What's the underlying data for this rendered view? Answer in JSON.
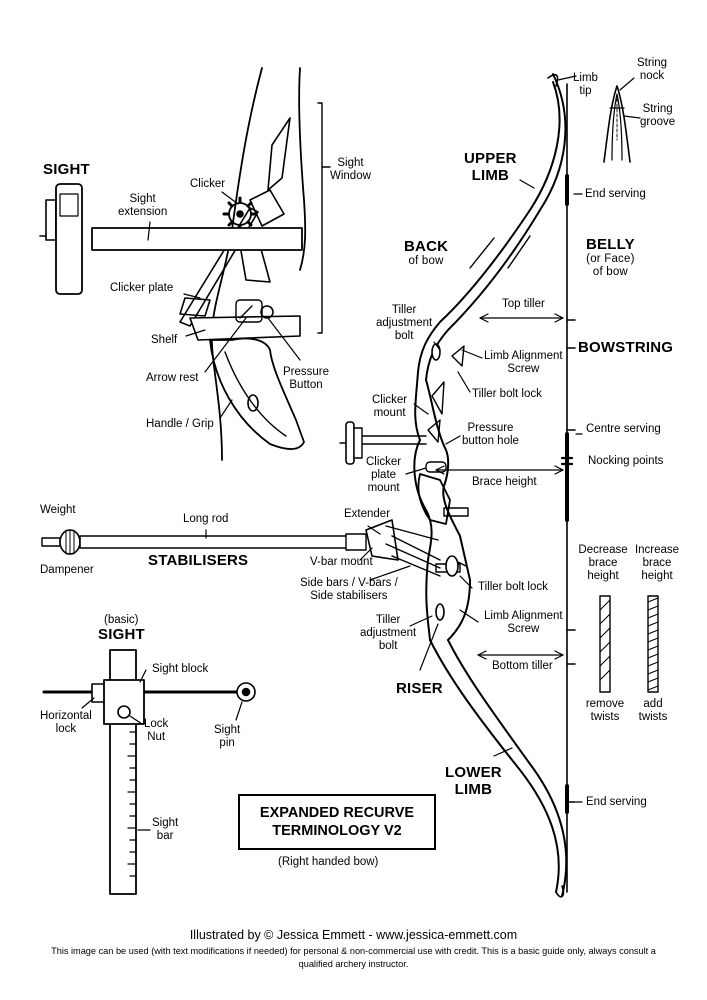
{
  "colors": {
    "line": "#000000",
    "background": "#ffffff"
  },
  "headings": {
    "sight": "SIGHT",
    "upper_limb_1": "UPPER",
    "upper_limb_2": "LIMB",
    "back": "BACK",
    "back_sub": "of bow",
    "belly": "BELLY",
    "belly_sub_1": "(or Face)",
    "belly_sub_2": "of bow",
    "bowstring": "BOWSTRING",
    "stabilisers": "STABILISERS",
    "basic": "(basic)",
    "basic_sight": "SIGHT",
    "riser": "RISER",
    "lower_limb_1": "LOWER",
    "lower_limb_2": "LIMB"
  },
  "sight_labels": {
    "sight_window_1": "Sight",
    "sight_window_2": "Window",
    "clicker": "Clicker",
    "sight_extension_1": "Sight",
    "sight_extension_2": "extension",
    "clicker_plate": "Clicker plate",
    "shelf": "Shelf",
    "arrow_rest": "Arrow rest",
    "pressure_button_1": "Pressure",
    "pressure_button_2": "Button",
    "handle_grip": "Handle / Grip"
  },
  "bow_labels": {
    "limb_tip_1": "Limb",
    "limb_tip_2": "tip",
    "string_nock_1": "String",
    "string_nock_2": "nock",
    "string_groove_1": "String",
    "string_groove_2": "groove",
    "end_serving_top": "End serving",
    "top_tiller": "Top tiller",
    "tiller_bolt_top_1": "Tiller",
    "tiller_bolt_top_2": "adjustment",
    "tiller_bolt_top_3": "bolt",
    "limb_align_top_1": "Limb Alignment",
    "limb_align_top_2": "Screw",
    "tiller_lock_top": "Tiller bolt lock",
    "clicker_mount_1": "Clicker",
    "clicker_mount_2": "mount",
    "pressure_hole_1": "Pressure",
    "pressure_hole_2": "button hole",
    "centre_serving": "Centre serving",
    "clicker_plate_mount_1": "Clicker",
    "clicker_plate_mount_2": "plate",
    "clicker_plate_mount_3": "mount",
    "nocking_points": "Nocking points",
    "brace_height": "Brace height",
    "weight": "Weight",
    "long_rod": "Long rod",
    "extender": "Extender",
    "dampener": "Dampener",
    "vbar_mount": "V-bar mount",
    "side_bars_1": "Side bars / V-bars /",
    "side_bars_2": "Side stabilisers",
    "tiller_lock_bottom": "Tiller bolt lock",
    "limb_align_bottom_1": "Limb Alignment",
    "limb_align_bottom_2": "Screw",
    "tiller_bolt_bottom_1": "Tiller",
    "tiller_bolt_bottom_2": "adjustment",
    "tiller_bolt_bottom_3": "bolt",
    "bottom_tiller": "Bottom tiller",
    "end_serving_bottom": "End serving",
    "decrease_1": "Decrease",
    "decrease_2": "brace",
    "decrease_3": "height",
    "increase_1": "Increase",
    "increase_2": "brace",
    "increase_3": "height",
    "remove_1": "remove",
    "remove_2": "twists",
    "add_1": "add",
    "add_2": "twists"
  },
  "basic_sight_labels": {
    "sight_block": "Sight block",
    "horizontal_lock_1": "Horizontal",
    "horizontal_lock_2": "lock",
    "lock_nut_1": "Lock",
    "lock_nut_2": "Nut",
    "sight_pin_1": "Sight",
    "sight_pin_2": "pin",
    "sight_bar_1": "Sight",
    "sight_bar_2": "bar"
  },
  "title": {
    "line1": "EXPANDED RECURVE",
    "line2": "TERMINOLOGY V2",
    "subtitle": "(Right handed bow)"
  },
  "footer": {
    "credit": "Illustrated by © Jessica Emmett - www.jessica-emmett.com",
    "notice_1": "This image can be used (with text modifications if needed) for personal & non-commercial use with credit. This is a basic guide only, always consult a",
    "notice_2": "qualified archery instructor."
  }
}
